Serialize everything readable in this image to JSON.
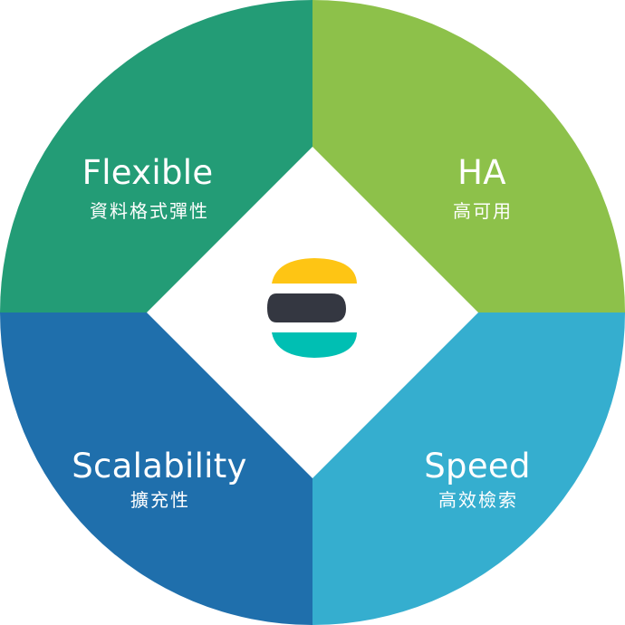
{
  "quadrants": [
    {
      "key": "flexible",
      "title": "Flexible",
      "subtitle": "資料格式彈性",
      "color": "#239c76"
    },
    {
      "key": "ha",
      "title": "HA",
      "subtitle": "高可用",
      "color": "#8dc14a"
    },
    {
      "key": "scalability",
      "title": "Scalability",
      "subtitle": "擴充性",
      "color": "#1f6fac"
    },
    {
      "key": "speed",
      "title": "Speed",
      "subtitle": "高效檢索",
      "color": "#35aecf"
    }
  ],
  "center": {
    "background": "#ffffff",
    "logo_colors": {
      "top": "#fec514",
      "middle": "#343741",
      "bottom": "#00bfb3"
    }
  }
}
